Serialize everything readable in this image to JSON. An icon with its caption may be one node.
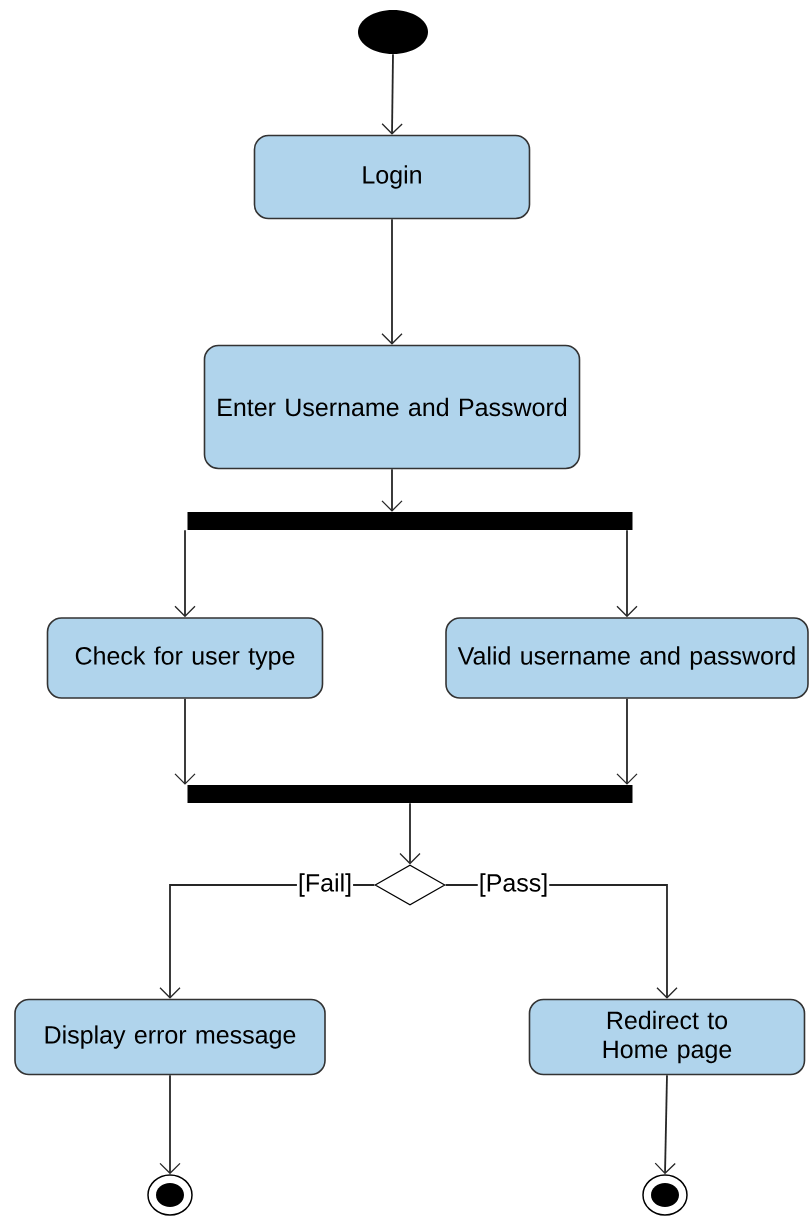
{
  "diagram": {
    "nodes": [
      {
        "text": [],
        "shape": "circle"
      },
      {
        "text": [
          "Login"
        ]
      },
      {
        "text": [
          "Enter Username and Password"
        ]
      },
      {
        "text": [],
        "shape": "bar"
      },
      {
        "text": [
          "Check for user type"
        ]
      },
      {
        "text": [
          "Valid username and password"
        ]
      },
      {
        "text": [],
        "shape": "bar"
      },
      {
        "text": [],
        "shape": "diamond"
      },
      {
        "text": [
          "Display error message"
        ]
      },
      {
        "text": [
          "Redirect to Home page"
        ]
      },
      {
        "text": [],
        "shape": "bullseye"
      },
      {
        "text": [],
        "shape": "bullseye"
      }
    ],
    "edges": [
      {
        "from": 0,
        "to": 1,
        "arrow": "to"
      },
      {
        "from": 1,
        "to": 2,
        "arrow": "to"
      },
      {
        "from": 2,
        "to": 3,
        "arrow": "to"
      },
      {
        "from": 3,
        "to": 4,
        "arrow": "to"
      },
      {
        "from": 3,
        "to": 5,
        "arrow": "to"
      },
      {
        "from": 4,
        "to": 6,
        "arrow": "to"
      },
      {
        "from": 5,
        "to": 6,
        "arrow": "to"
      },
      {
        "from": 6,
        "to": 7,
        "arrow": "to"
      },
      {
        "from": 7,
        "to": 8,
        "arrow": "to",
        "label": "[Fail]"
      },
      {
        "from": 7,
        "to": 9,
        "arrow": "to",
        "label": "[Pass]"
      },
      {
        "from": 8,
        "to": 10,
        "arrow": "to"
      },
      {
        "from": 9,
        "to": 11,
        "arrow": "to"
      }
    ]
  }
}
